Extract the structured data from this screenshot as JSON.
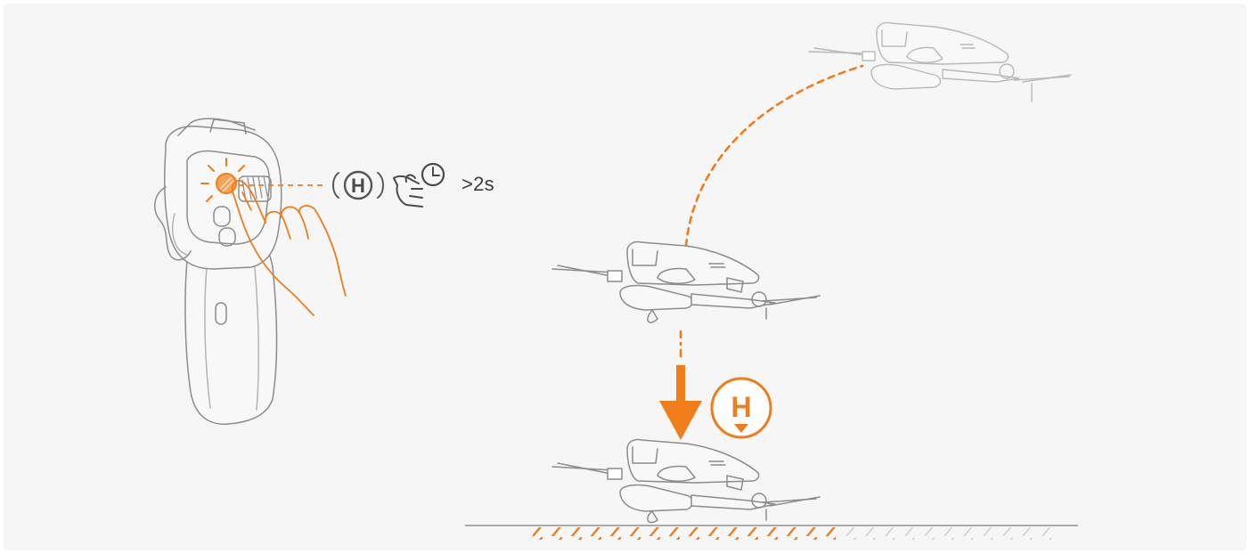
{
  "button_icon": {
    "letter": "H"
  },
  "press_hint": {
    "duration": ">2s"
  },
  "landing_badge": {
    "letter": "H"
  },
  "colors": {
    "accent": "#ee7d1a",
    "line": "#8c8c8c",
    "line_light": "#b4b4b4",
    "ground": "#a8a8a8",
    "background": "#f5f6f5",
    "text": "#3c3c3c"
  },
  "icons": [
    "remote-controller-icon",
    "hand-pressing-icon",
    "rth-button-icon",
    "tap-and-hold-icon",
    "clock-icon",
    "drone-icon",
    "down-arrow-icon",
    "landing-badge-icon"
  ]
}
